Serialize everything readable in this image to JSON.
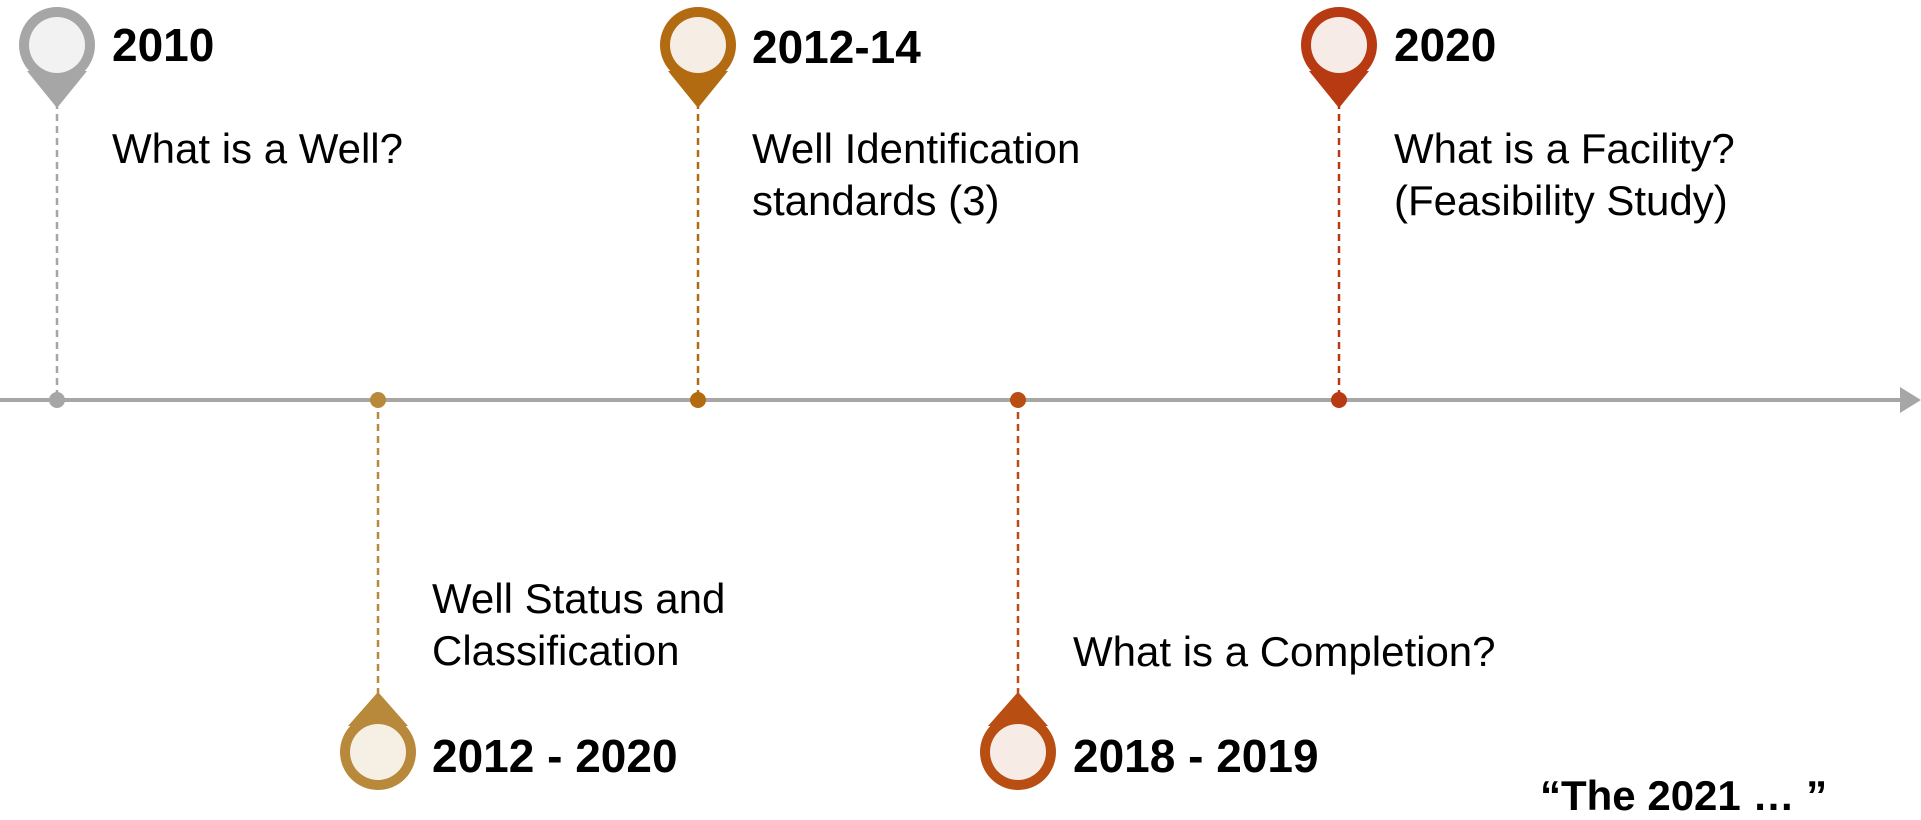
{
  "timeline": {
    "axis_color": "#a6a6a6",
    "events": [
      {
        "year": "2010",
        "description": "What is a Well?",
        "color": "#a6a6a6",
        "fill": "#f2f2f2",
        "position": "above"
      },
      {
        "year": "2012 - 2020",
        "description": "Well Status and\nClassification",
        "color": "#b8893a",
        "fill": "#f5efe4",
        "position": "below"
      },
      {
        "year": "2012-14",
        "description": "Well Identification\nstandards (3)",
        "color": "#b36b12",
        "fill": "#f6ede4",
        "position": "above"
      },
      {
        "year": "2018 - 2019",
        "description": "What is a Completion?",
        "color": "#b84e12",
        "fill": "#f7ebe5",
        "position": "below"
      },
      {
        "year": "2020",
        "description": "What is a Facility?\n(Feasibility Study)",
        "color": "#b83a12",
        "fill": "#f7ebe7",
        "position": "above"
      }
    ]
  },
  "footer_note": "“The 2021 … ”"
}
